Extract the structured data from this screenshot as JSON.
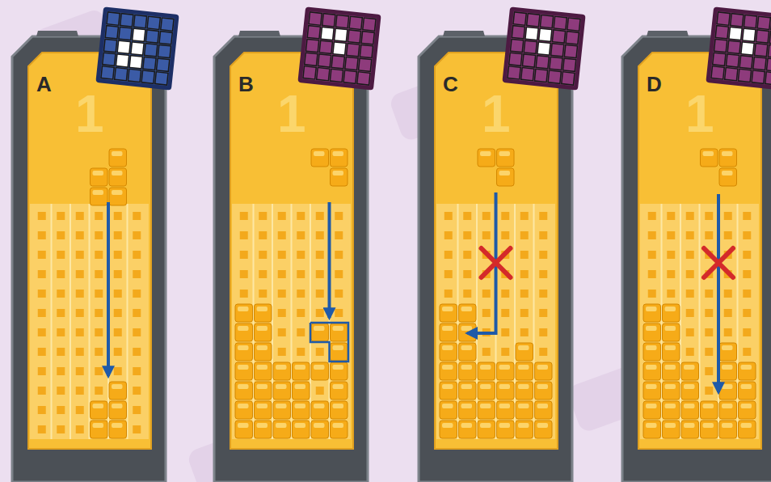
{
  "diagram": {
    "nodes": [
      {
        "text": [
          "A",
          "1"
        ]
      },
      {
        "text": [
          "B",
          "1"
        ]
      },
      {
        "text": [
          "C",
          "1"
        ]
      },
      {
        "text": [
          "D",
          "1"
        ]
      }
    ]
  }
}
